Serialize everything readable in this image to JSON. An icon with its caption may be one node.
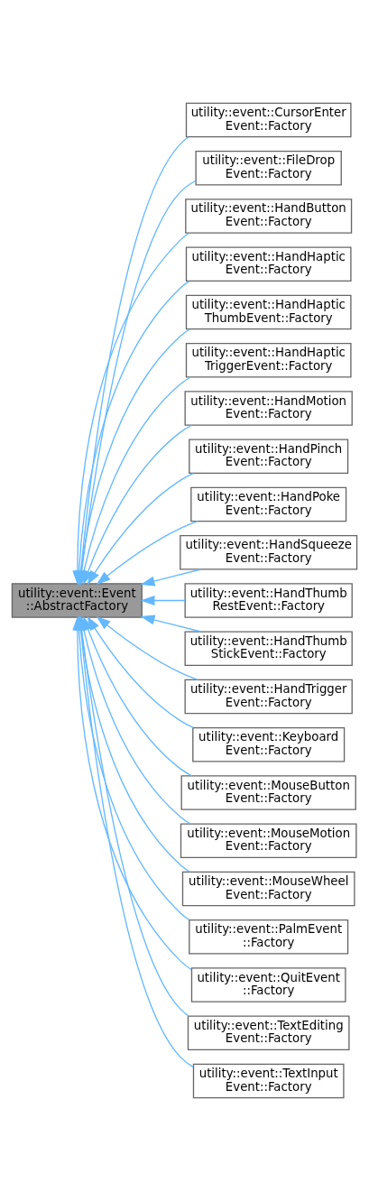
{
  "diagram": {
    "nodes": [
      {
        "text": [
          "utility::event::Event ::AbstractFactory"
        ]
      },
      {
        "text": [
          "utility::event::CursorEnter Event::Factory"
        ]
      },
      {
        "text": [
          "utility::event::FileDrop Event::Factory"
        ]
      },
      {
        "text": [
          "utility::event::HandButton Event::Factory"
        ]
      },
      {
        "text": [
          "utility::event::HandHaptic Event::Factory"
        ]
      },
      {
        "text": [
          "utility::event::HandHaptic ThumbEvent::Factory"
        ]
      },
      {
        "text": [
          "utility::event::HandHaptic TriggerEvent::Factory"
        ]
      },
      {
        "text": [
          "utility::event::HandMotion Event::Factory"
        ]
      },
      {
        "text": [
          "utility::event::HandPinch Event::Factory"
        ]
      },
      {
        "text": [
          "utility::event::HandPoke Event::Factory"
        ]
      },
      {
        "text": [
          "utility::event::HandSqueeze Event::Factory"
        ]
      },
      {
        "text": [
          "utility::event::HandThumb RestEvent::Factory"
        ]
      },
      {
        "text": [
          "utility::event::HandThumb StickEvent::Factory"
        ]
      },
      {
        "text": [
          "utility::event::HandTrigger Event::Factory"
        ]
      },
      {
        "text": [
          "utility::event::Keyboard Event::Factory"
        ]
      },
      {
        "text": [
          "utility::event::MouseButton Event::Factory"
        ]
      },
      {
        "text": [
          "utility::event::MouseMotion Event::Factory"
        ]
      },
      {
        "text": [
          "utility::event::MouseWheel Event::Factory"
        ]
      },
      {
        "text": [
          "utility::event::PalmEvent ::Factory"
        ]
      },
      {
        "text": [
          "utility::event::QuitEvent ::Factory"
        ]
      },
      {
        "text": [
          "utility::event::TextEditing Event::Factory"
        ]
      },
      {
        "text": [
          "utility::event::TextInput Event::Factory"
        ]
      }
    ],
    "edges": [
      {
        "from": 1,
        "to": 0,
        "arrow": "to"
      },
      {
        "from": 2,
        "to": 0,
        "arrow": "to"
      },
      {
        "from": 3,
        "to": 0,
        "arrow": "to"
      },
      {
        "from": 4,
        "to": 0,
        "arrow": "to"
      },
      {
        "from": 5,
        "to": 0,
        "arrow": "to"
      },
      {
        "from": 6,
        "to": 0,
        "arrow": "to"
      },
      {
        "from": 7,
        "to": 0,
        "arrow": "to"
      },
      {
        "from": 8,
        "to": 0,
        "arrow": "to"
      },
      {
        "from": 9,
        "to": 0,
        "arrow": "to"
      },
      {
        "from": 10,
        "to": 0,
        "arrow": "to"
      },
      {
        "from": 11,
        "to": 0,
        "arrow": "to"
      },
      {
        "from": 12,
        "to": 0,
        "arrow": "to"
      },
      {
        "from": 13,
        "to": 0,
        "arrow": "to"
      },
      {
        "from": 14,
        "to": 0,
        "arrow": "to"
      },
      {
        "from": 15,
        "to": 0,
        "arrow": "to"
      },
      {
        "from": 16,
        "to": 0,
        "arrow": "to"
      },
      {
        "from": 17,
        "to": 0,
        "arrow": "to"
      },
      {
        "from": 18,
        "to": 0,
        "arrow": "to"
      },
      {
        "from": 19,
        "to": 0,
        "arrow": "to"
      },
      {
        "from": 20,
        "to": 0,
        "arrow": "to"
      },
      {
        "from": 21,
        "to": 0,
        "arrow": "to"
      }
    ]
  }
}
